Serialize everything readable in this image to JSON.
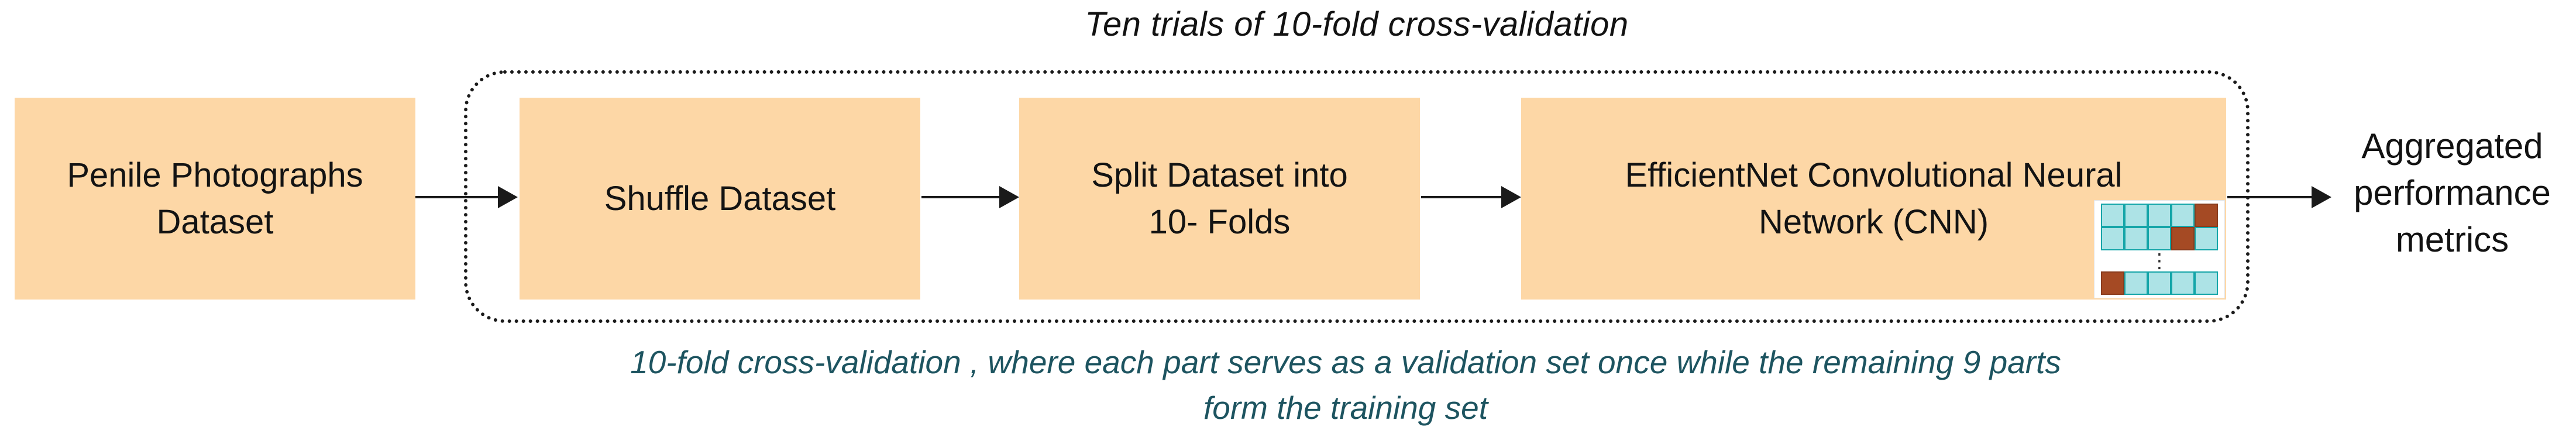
{
  "diagram": {
    "title": "Ten trials of 10-fold cross-validation",
    "nodes": [
      {
        "id": "penile-photographs-dataset",
        "lines": [
          "Penile Photographs",
          "Dataset"
        ]
      },
      {
        "id": "shuffle-dataset",
        "lines": [
          "Shuffle Dataset"
        ]
      },
      {
        "id": "split-dataset",
        "lines": [
          "Split Dataset into",
          "10- Folds"
        ]
      },
      {
        "id": "efficientnet-cnn",
        "lines": [
          "EfficientNet Convolutional Neural",
          "Network (CNN)"
        ]
      }
    ],
    "output_label": {
      "lines": [
        "Aggregated",
        "performance",
        "metrics"
      ]
    },
    "caption": {
      "line1": "10-fold cross-validation , where each part serves as a validation set once while the remaining 9 parts",
      "line2": "form the training set"
    },
    "fold_icon": {
      "ellipsis": "⋮",
      "grid_top": [
        [
          "train",
          "train",
          "train",
          "train",
          "val"
        ],
        [
          "train",
          "train",
          "train",
          "val",
          "train"
        ]
      ],
      "grid_bottom": [
        [
          "val",
          "train",
          "train",
          "train",
          "train"
        ]
      ]
    },
    "colors": {
      "node_fill": "#FDD7A6",
      "caption_text": "#1D5460",
      "fold_train": "#ADE3E6",
      "fold_validation": "#A54A24",
      "fold_grid_line": "#14A5A8"
    }
  }
}
